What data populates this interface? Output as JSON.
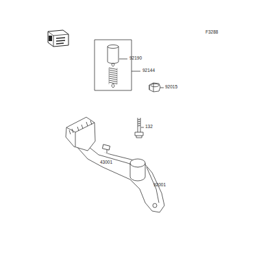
{
  "diagram": {
    "labels": [
      "F3288",
      "92190",
      "92144",
      "92015",
      "132",
      "43001",
      "92001"
    ]
  }
}
